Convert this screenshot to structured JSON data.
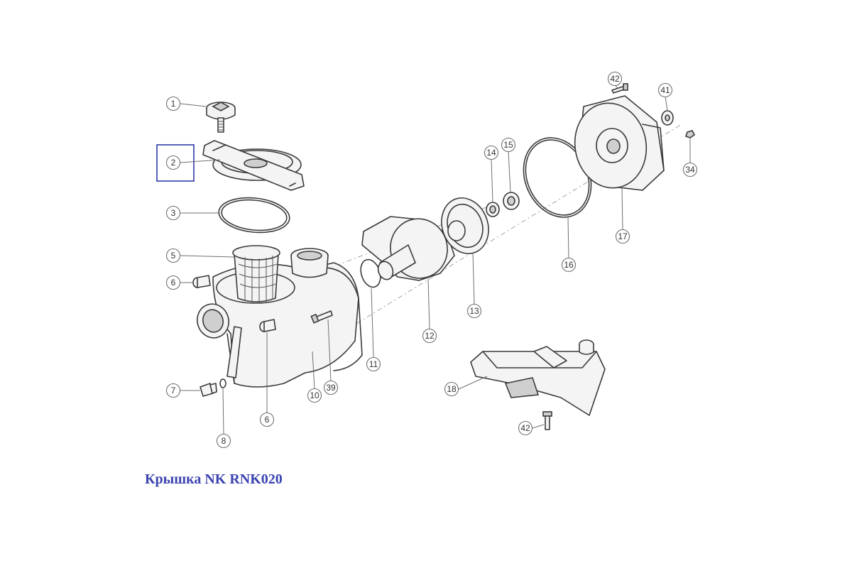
{
  "caption": "Крышка NK RNK020",
  "highlighted_part": "2",
  "colors": {
    "caption": "#3b43b0",
    "highlight_box": "#2d3aa8",
    "linework": "#3a3a3a"
  },
  "callouts": [
    "1",
    "2",
    "3",
    "5",
    "6",
    "6",
    "7",
    "8",
    "10",
    "39",
    "11",
    "12",
    "13",
    "14",
    "15",
    "16",
    "17",
    "18",
    "41",
    "42",
    "42",
    "34"
  ]
}
